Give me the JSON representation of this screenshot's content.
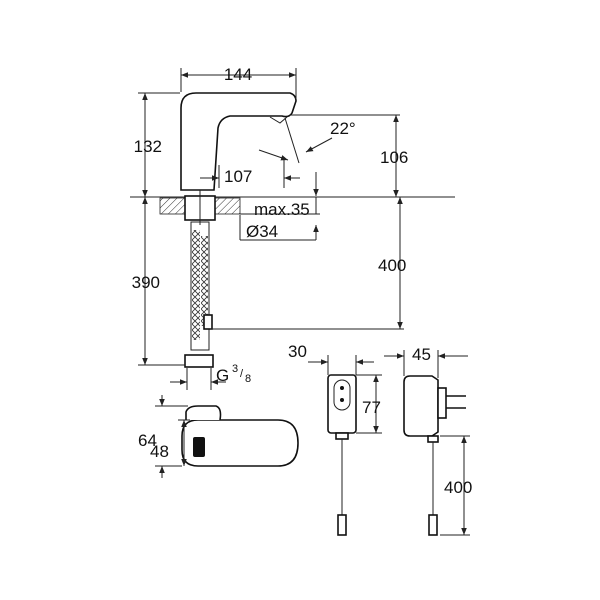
{
  "dimensions": {
    "spout_reach": "144",
    "height_above_deck": "132",
    "angle": "22°",
    "outlet_height": "106",
    "sensor_offset": "107",
    "deck_thickness": "max.35",
    "hole_diameter": "Ø34",
    "hose_length_right": "400",
    "hose_length_left": "390",
    "thread_prefix": "G",
    "thread_num": "3",
    "thread_den": "8",
    "box_width": "30",
    "box_height": "77",
    "adapter_depth": "45",
    "adapter_cable": "400",
    "top_view_outer": "64",
    "top_view_inner": "48"
  },
  "colors": {
    "line": "#222222",
    "background": "#ffffff"
  }
}
